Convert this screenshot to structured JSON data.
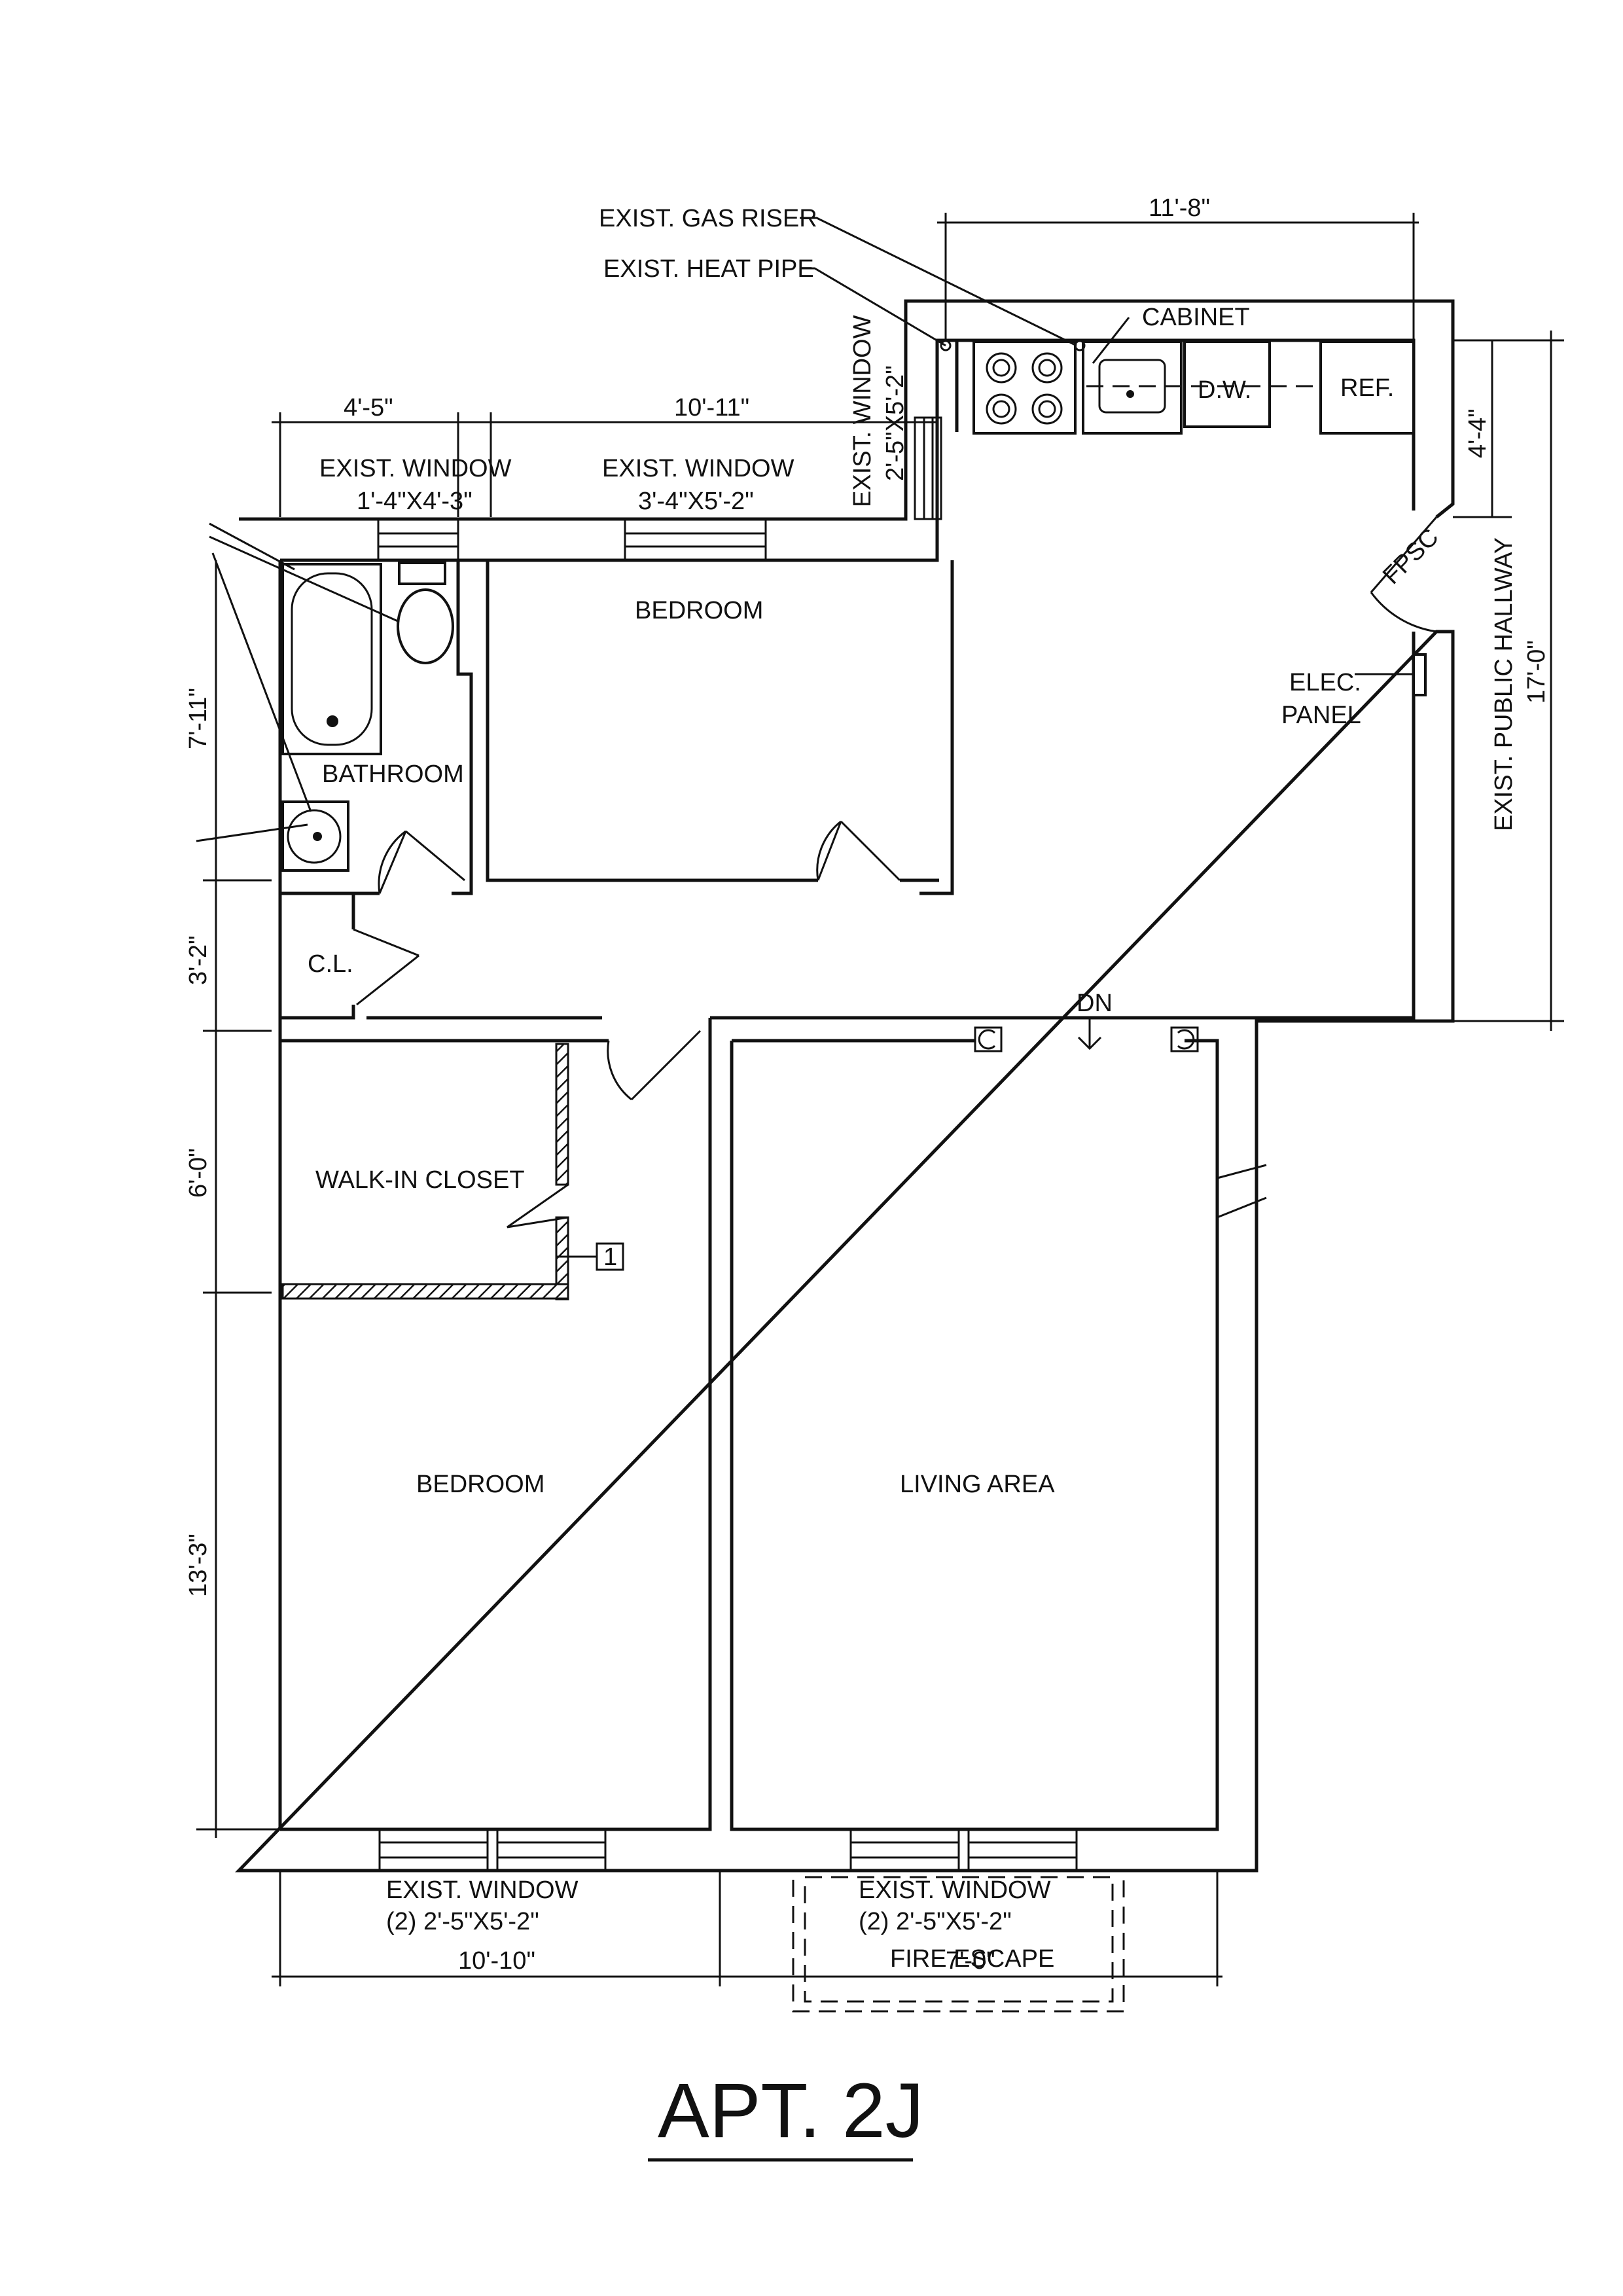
{
  "title": "APT. 2J",
  "rooms": {
    "bedroom_top": "BEDROOM",
    "bathroom": "BATHROOM",
    "closet": "C.L.",
    "walk_in_closet": "WALK-IN CLOSET",
    "bedroom_bottom": "BEDROOM",
    "living_area": "LIVING AREA"
  },
  "annotations": {
    "gas_riser": "EXIST. GAS RISER",
    "heat_pipe": "EXIST. HEAT PIPE",
    "cabinet": "CABINET",
    "dishwasher": "D.W.",
    "refrigerator": "REF.",
    "fpsc": "FPSC",
    "elec_panel_line1": "ELEC.",
    "elec_panel_line2": "PANEL",
    "public_hallway": "EXIST. PUBLIC HALLWAY",
    "stairs_down": "DN",
    "fire_escape": "FIRE ESCAPE",
    "tag": "1"
  },
  "windows": {
    "bath_window_title": "EXIST. WINDOW",
    "bath_window_size": "1'-4\"X4'-3\"",
    "bedroom_window_title": "EXIST. WINDOW",
    "bedroom_window_size": "3'-4\"X5'-2\"",
    "kitchen_window_title": "EXIST. WINDOW",
    "kitchen_window_size": "2'-5\"X5'-2\"",
    "bottom_left_title": "EXIST. WINDOW",
    "bottom_left_size": "(2) 2'-5\"X5'-2\"",
    "bottom_right_title": "EXIST. WINDOW",
    "bottom_right_size": "(2) 2'-5\"X5'-2\""
  },
  "dimensions": {
    "kitchen_width": "11'-8\"",
    "bath_width": "4'-5\"",
    "bedroom_width": "10'-11\"",
    "kitchen_depth": "4'-4\"",
    "hall_length": "17'-0\"",
    "bath_depth": "7'-11\"",
    "closet_depth": "3'-2\"",
    "walkin_depth": "6'-0\"",
    "bedroom_depth": "13'-3\"",
    "bedroom_bottom_width": "10'-10\"",
    "living_width": "7'-0\""
  }
}
